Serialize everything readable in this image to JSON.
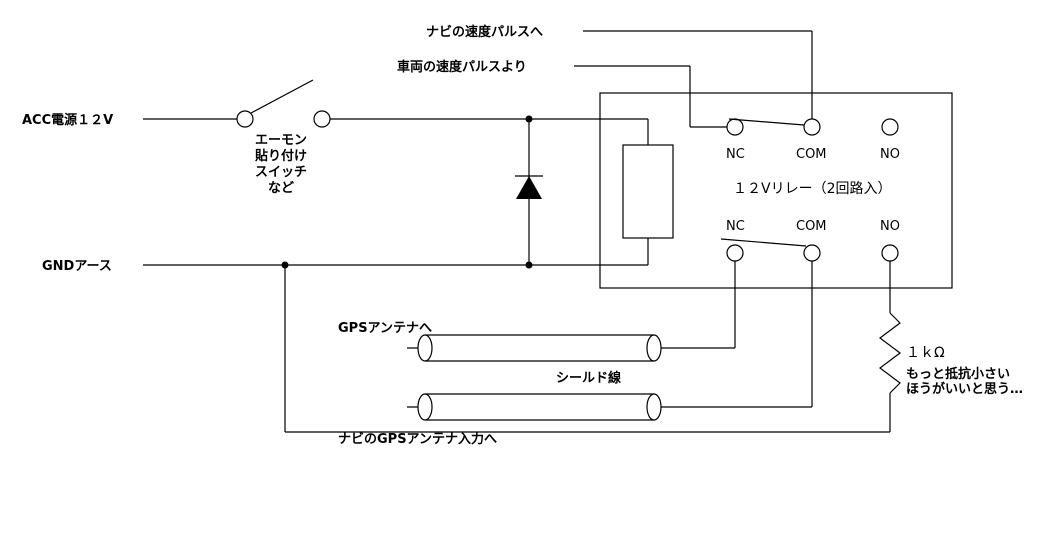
{
  "labels": {
    "acc": "ACC電源１２V",
    "gnd": "GNDアース",
    "switch_line1": "エーモン",
    "switch_line2": "貼り付け",
    "switch_line3": "スイッチ",
    "switch_line4": "など",
    "navi_speed": "ナビの速度パルスへ",
    "car_speed": "車両の速度パルスより",
    "relay_title": "１２Vリレー（2回路入）",
    "pin_nc": "NC",
    "pin_com": "COM",
    "pin_no": "NO",
    "gps_antenna": "GPSアンテナへ",
    "shield": "シールド線",
    "navi_gps": "ナビのGPSアンテナ入力へ",
    "resistor_value": "１ｋΩ",
    "resistor_note1": "もっと抵抗小さい",
    "resistor_note2": "ほうがいいと思う…"
  }
}
